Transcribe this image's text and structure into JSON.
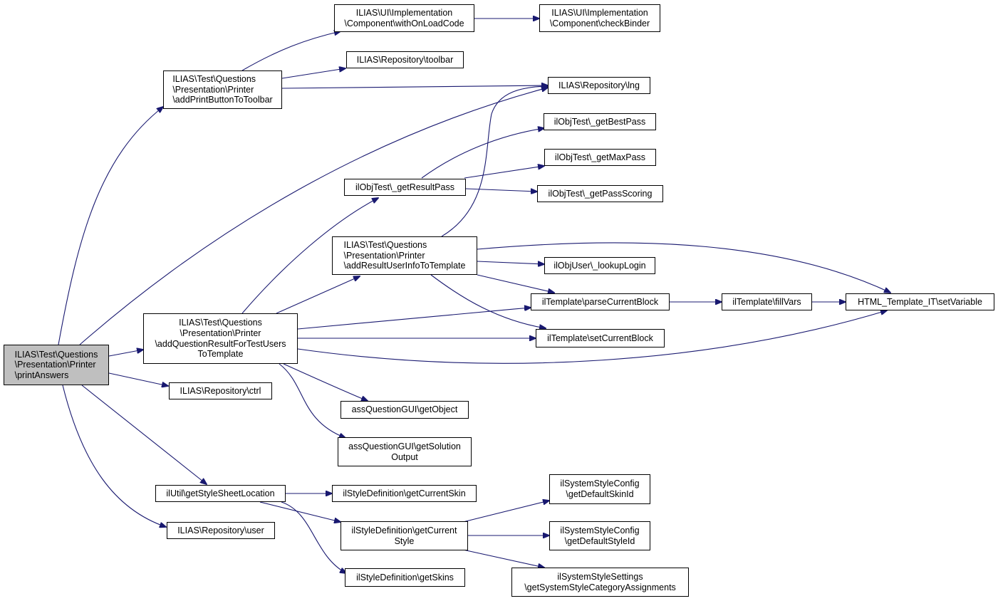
{
  "colors": {
    "edge": "#191970",
    "root_fill": "#bfbfbf",
    "node_fill": "#ffffff",
    "border": "#000000"
  },
  "nodes": {
    "printAnswers": "ILIAS\\Test\\Questions\n\\Presentation\\Printer\n\\printAnswers",
    "addPrintButtonToToolbar": "ILIAS\\Test\\Questions\n\\Presentation\\Printer\n\\addPrintButtonToToolbar",
    "addQuestionResultForTestUsersToTemplate": "ILIAS\\Test\\Questions\n\\Presentation\\Printer\n\\addQuestionResultForTestUsers\nToTemplate",
    "ctrl": "ILIAS\\Repository\\ctrl",
    "getStyleSheetLocation": "ilUtil\\getStyleSheetLocation",
    "user": "ILIAS\\Repository\\user",
    "withOnLoadCode": "ILIAS\\UI\\Implementation\n\\Component\\withOnLoadCode",
    "checkBinder": "ILIAS\\UI\\Implementation\n\\Component\\checkBinder",
    "toolbar": "ILIAS\\Repository\\toolbar",
    "lng": "ILIAS\\Repository\\lng",
    "getBestPass": "ilObjTest\\_getBestPass",
    "getMaxPass": "ilObjTest\\_getMaxPass",
    "getResultPass": "ilObjTest\\_getResultPass",
    "getPassScoring": "ilObjTest\\_getPassScoring",
    "addResultUserInfoToTemplate": "ILIAS\\Test\\Questions\n\\Presentation\\Printer\n\\addResultUserInfoToTemplate",
    "lookupLogin": "ilObjUser\\_lookupLogin",
    "parseCurrentBlock": "ilTemplate\\parseCurrentBlock",
    "fillVars": "ilTemplate\\fillVars",
    "setVariable": "HTML_Template_IT\\setVariable",
    "setCurrentBlock": "ilTemplate\\setCurrentBlock",
    "getObject": "assQuestionGUI\\getObject",
    "getSolutionOutput": "assQuestionGUI\\getSolution\nOutput",
    "getCurrentSkin": "ilStyleDefinition\\getCurrentSkin",
    "getCurrentStyle": "ilStyleDefinition\\getCurrent\nStyle",
    "getSkins": "ilStyleDefinition\\getSkins",
    "getDefaultSkinId": "ilSystemStyleConfig\n\\getDefaultSkinId",
    "getDefaultStyleId": "ilSystemStyleConfig\n\\getDefaultStyleId",
    "getSystemStyleCategoryAssignments": "ilSystemStyleSettings\n\\getSystemStyleCategoryAssignments"
  }
}
